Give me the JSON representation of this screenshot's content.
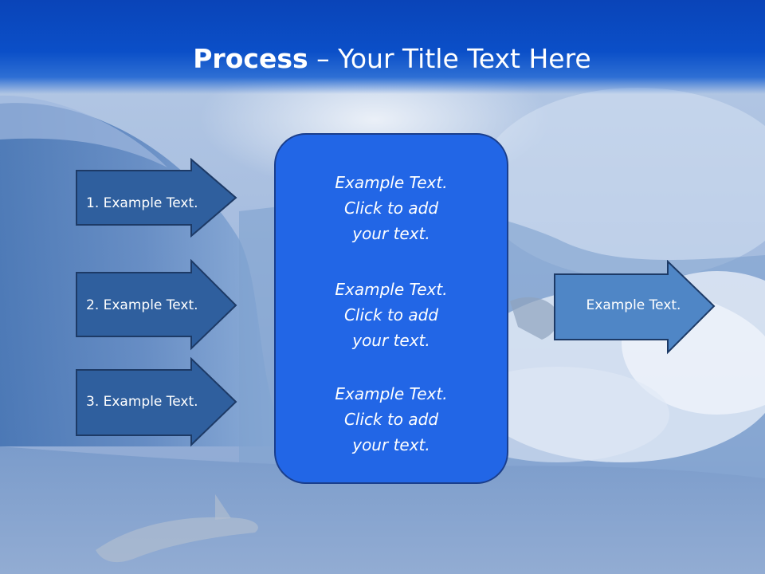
{
  "title": {
    "bold": "Process",
    "rest": " – Your Title Text Here"
  },
  "left_arrows": [
    {
      "label": "1. Example Text."
    },
    {
      "label": "2. Example Text."
    },
    {
      "label": "3. Example Text."
    }
  ],
  "center_blocks": [
    {
      "lines": [
        "Example Text.",
        "Click  to add",
        "your text."
      ]
    },
    {
      "lines": [
        "Example Text.",
        "Click  to add",
        "your text."
      ]
    },
    {
      "lines": [
        "Example Text.",
        "Click  to add",
        "your text."
      ]
    }
  ],
  "right_arrow": {
    "label": "Example Text."
  },
  "colors": {
    "title_band": "#0b4fc8",
    "left_arrow_fill": "#2f5f9e",
    "arrow_stroke": "#1d3a66",
    "center_box_fill": "#2266e6",
    "right_arrow_fill": "#4f86c6"
  }
}
